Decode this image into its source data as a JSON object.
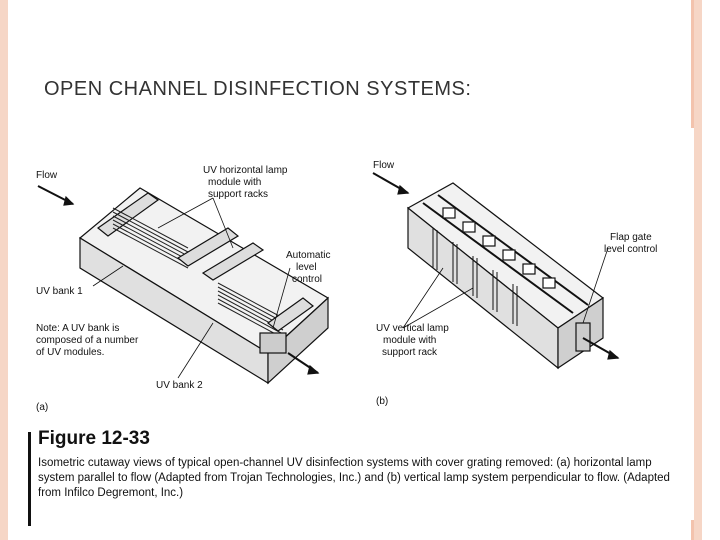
{
  "slide": {
    "title": "OPEN CHANNEL DISINFECTION SYSTEMS:",
    "figure_label": "Figure 12-33",
    "caption": "Isometric cutaway views of typical open-channel UV disinfection systems with cover grating removed: (a) horizontal lamp system parallel to flow (Adapted from Trojan Technologies, Inc.) and (b) vertical lamp system perpendicular to flow. (Adapted from Infilco Degremont, Inc.)"
  },
  "figure": {
    "panel_a": {
      "tag": "(a)",
      "flow": "Flow",
      "module": [
        "UV horizontal lamp",
        "module with",
        "support racks"
      ],
      "level_control": [
        "Automatic",
        "level",
        "control"
      ],
      "bank1": "UV bank 1",
      "note": [
        "Note: A UV bank is",
        "composed of a number",
        "of UV modules."
      ],
      "bank2": "UV bank 2"
    },
    "panel_b": {
      "tag": "(b)",
      "flow": "Flow",
      "flap": [
        "Flap gate",
        "level control"
      ],
      "module": [
        "UV vertical lamp",
        "module with",
        "support rack"
      ]
    }
  }
}
